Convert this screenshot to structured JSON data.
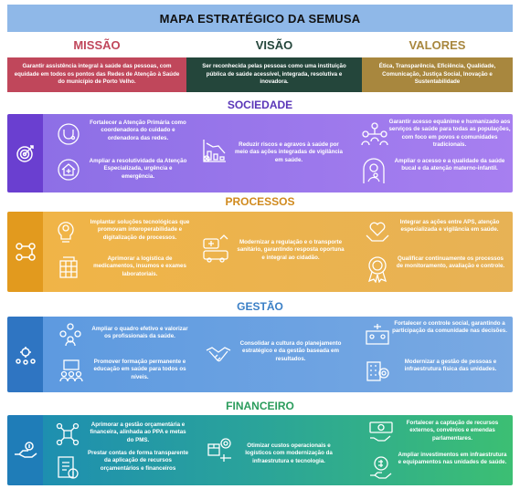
{
  "header": {
    "title": "MAPA ESTRATÉGICO DA SEMUSA"
  },
  "mvv": {
    "missao": {
      "heading": "MISSÃO",
      "text": "Garantir assistência integral à saúde das pessoas, com equidade em todos os pontos das Redes de Atenção à Saúde do município de Porto Velho.",
      "color": "#c0475b"
    },
    "visao": {
      "heading": "VISÃO",
      "text": "Ser reconhecida pelas pessoas como uma instituição pública de saúde acessível, integrada, resolutiva e inovadora.",
      "color": "#24463b"
    },
    "valores": {
      "heading": "VALORES",
      "text": "Ética, Transparência, Eficiência, Qualidade, Comunicação, Justiça Social, Inovação e Sustentabilidade",
      "color": "#a8873e"
    }
  },
  "sociedade": {
    "heading": "SOCIEDADE",
    "color": "#7a54d6",
    "items": [
      "Fortalecer a Atenção Primária como coordenadora do cuidado e ordenadora das redes.",
      "Ampliar a resolutividade da Atenção Especializada, urgência e emergência.",
      "Reduzir riscos e agravos à saúde por meio das ações integradas de vigilância em saúde.",
      "Garantir acesso equânime e humanizado aos serviços de saúde para todas as populações, com foco em povos e comunidades tradicionais.",
      "Ampliar o acesso e a qualidade da saúde bucal e da atenção materno-infantil."
    ]
  },
  "processos": {
    "heading": "PROCESSOS",
    "color": "#e8a93a",
    "items": [
      "Implantar soluções tecnológicas que promovam interoperabilidade e digitalização de processos.",
      "Aprimorar a logística de medicamentos, insumos e exames laboratoriais.",
      "Modernizar a regulação e o transporte sanitário, garantindo resposta oportuna e integral ao cidadão.",
      "Integrar as ações entre APS, atenção especializada e vigilância em saúde.",
      "Qualificar continuamente os processos de monitoramento, avaliação e controle."
    ]
  },
  "gestao": {
    "heading": "GESTÃO",
    "color": "#3e86d0",
    "items": [
      "Ampliar o quadro efetivo e valorizar os profissionais da saúde.",
      "Promover formação permanente e educação em saúde para todos os níveis.",
      "Consolidar a cultura do planejamento estratégico e da gestão baseada em resultados.",
      "Fortalecer o controle social, garantindo a participação da comunidade nas decisões.",
      "Modernizar a gestão de pessoas e infraestrutura física das unidades."
    ]
  },
  "financeiro": {
    "heading": "FINANCEIRO",
    "color": "#2f9a8c",
    "items": [
      "Aprimorar a gestão orçamentária e financeira, alinhada ao PPA e metas do PMS.",
      "Prestar contas de forma transparente da aplicação de recursos orçamentários e financeiros",
      "Otimizar custos operacionais e logísticos com modernização da infraestrutura e tecnologia.",
      "Fortalecer a captação de recursos externos, convênios e emendas parlamentares.",
      "Ampliar investimentos em infraestrutura e equipamentos nas unidades de saúde."
    ]
  }
}
